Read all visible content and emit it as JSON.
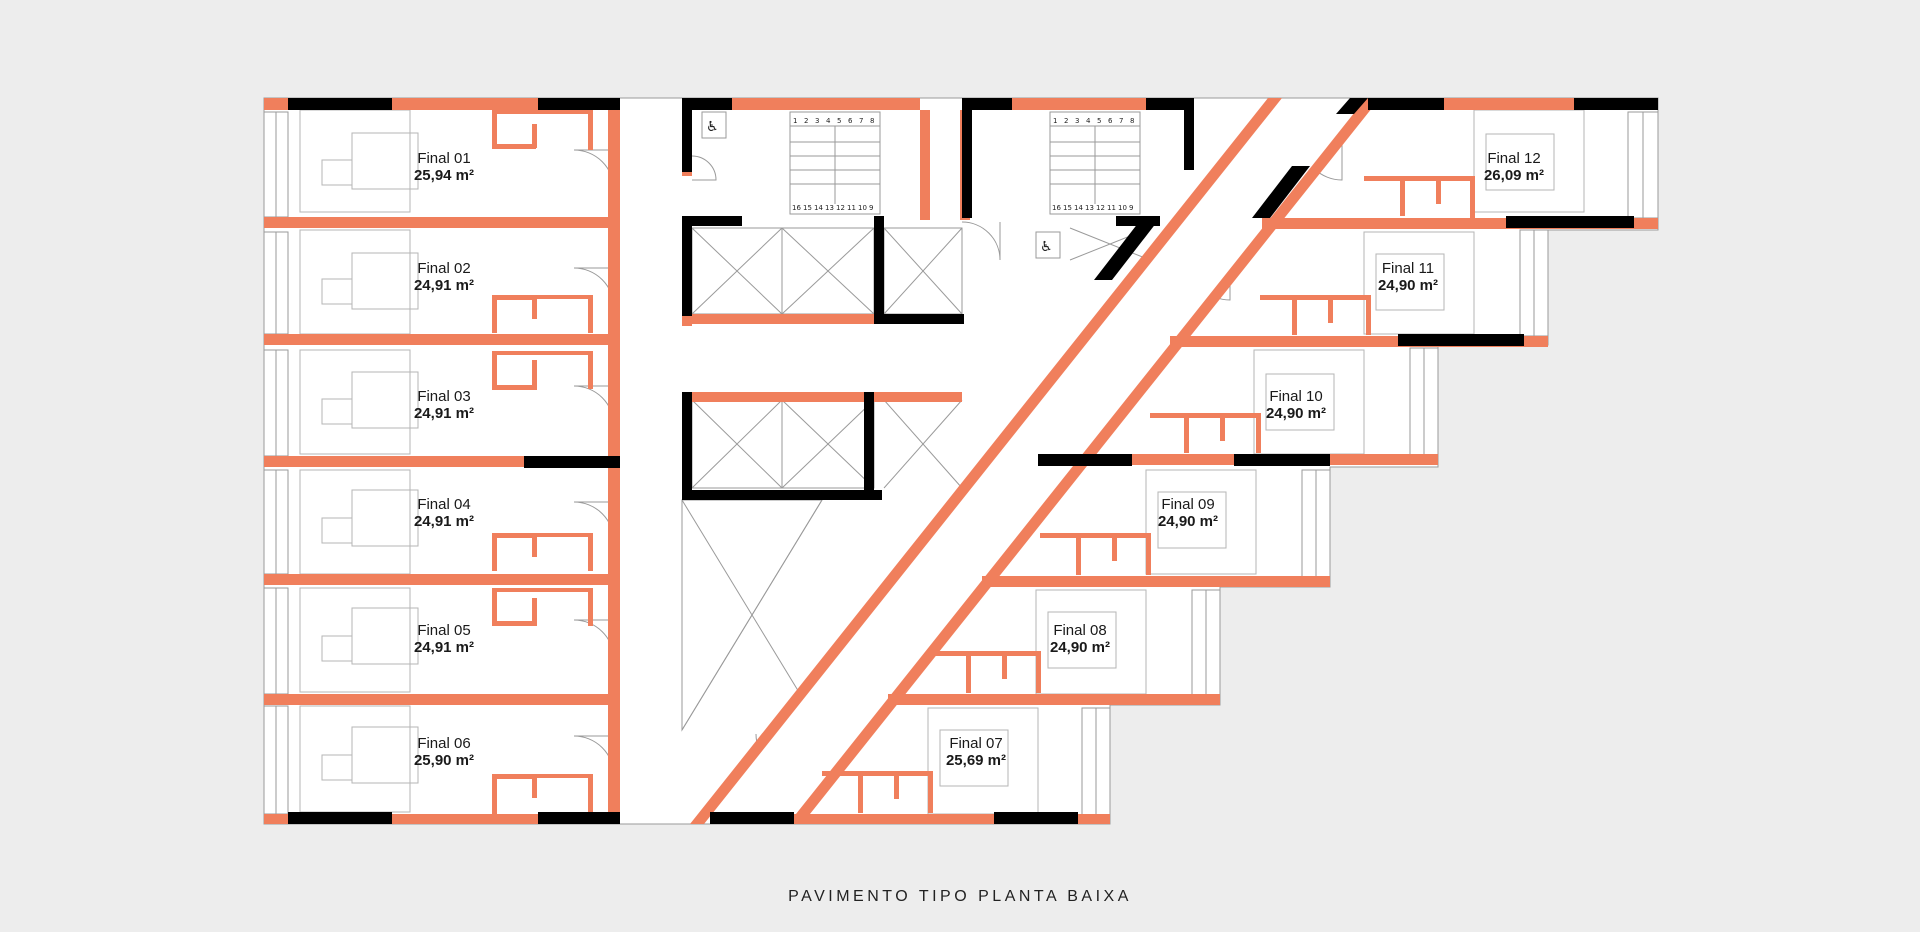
{
  "caption": "PAVIMENTO TIPO PLANTA BAIXA",
  "units": [
    {
      "name": "Final 01",
      "area": "25,94 m²"
    },
    {
      "name": "Final 02",
      "area": "24,91 m²"
    },
    {
      "name": "Final 03",
      "area": "24,91 m²"
    },
    {
      "name": "Final 04",
      "area": "24,91 m²"
    },
    {
      "name": "Final 05",
      "area": "24,91 m²"
    },
    {
      "name": "Final 06",
      "area": "25,90 m²"
    },
    {
      "name": "Final 07",
      "area": "25,69 m²"
    },
    {
      "name": "Final 08",
      "area": "24,90 m²"
    },
    {
      "name": "Final 09",
      "area": "24,90 m²"
    },
    {
      "name": "Final 10",
      "area": "24,90 m²"
    },
    {
      "name": "Final 11",
      "area": "24,90 m²"
    },
    {
      "name": "Final 12",
      "area": "26,09 m²"
    }
  ],
  "stair_steps": {
    "top": [
      "1",
      "2",
      "3",
      "4",
      "5",
      "6",
      "7",
      "8"
    ],
    "bottom": [
      "16",
      "15",
      "14",
      "13",
      "12",
      "11",
      "10",
      "9"
    ]
  },
  "colors": {
    "background": "#ededed",
    "wall": "#f07f5c",
    "structure": "#000000",
    "floor": "#ffffff",
    "line": "#9a9a9a"
  },
  "icons": {
    "accessible": "wheelchair-icon"
  }
}
